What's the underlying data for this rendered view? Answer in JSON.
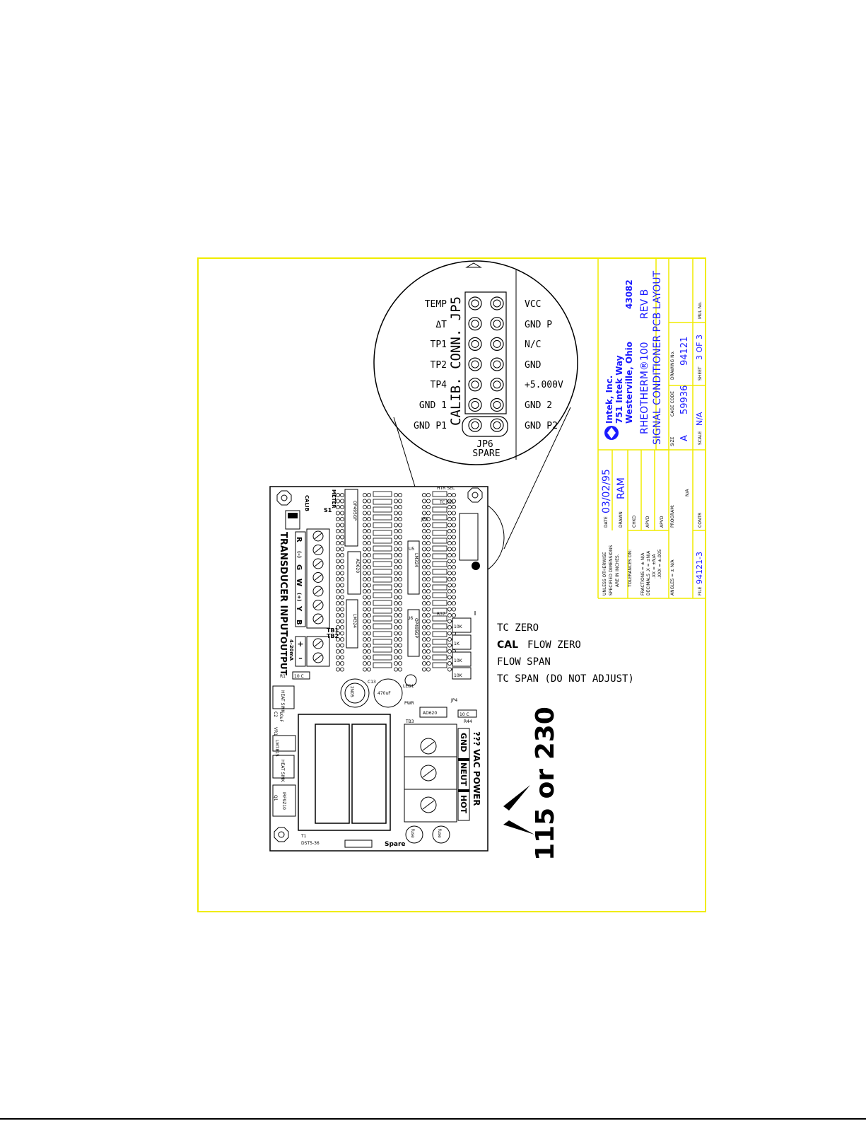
{
  "jp5": {
    "title": "CALIB. CONN. JP5",
    "left_pins": [
      "TEMP",
      "ΔT",
      "TP1",
      "TP2",
      "TP4",
      "GND 1",
      "GND P1"
    ],
    "right_pins": [
      "VCC",
      "GND P",
      "N/C",
      "GND",
      "+5.000V",
      "GND 2",
      "GND P2"
    ],
    "jp6": "JP6",
    "spare": "SPARE"
  },
  "adjust_labels": {
    "tc_zero": "TC ZERO",
    "cal": "CAL",
    "flow_zero": "FLOW ZERO",
    "flow_span": "FLOW SPAN",
    "tc_span": "TC SPAN (DO NOT ADJUST)"
  },
  "power": {
    "voltage": "115 or 230",
    "label": "??? VAC POWER",
    "hot": "HOT",
    "neut": "NEUT",
    "gnd": "GND"
  },
  "board": {
    "transducer_input": "TRANSDUCER INPUT",
    "terminals": [
      "R",
      "(–)",
      "G",
      "W",
      "(+)",
      "Y",
      "B"
    ],
    "output": "OUTPUT",
    "output_range": "4-20mA",
    "output_signs": [
      "+",
      "–"
    ],
    "calib": "CALIB",
    "meter": "METER",
    "s1": "S1",
    "tb1": "TB1",
    "tb2": "TB2",
    "tb3": "TB3",
    "r1": "R1",
    "r37": "R37",
    "r44": "R44",
    "c13": "C13",
    "c13_value": "470uF",
    "c2": "C2",
    "c2_value": "10uF",
    "u5": "U5",
    "u6": "U6",
    "ic_op495": "OP495GP",
    "ic_ad620": "AD620",
    "ic_lm324": "LM324",
    "heat_sink": "HEAT SINK",
    "lm7815": "LM7815",
    "irf9z10": "IRF9Z10",
    "q1": "Q1",
    "vr1": "VR1",
    "t1": "T1",
    "t1_part": "DST5-36",
    "bridge": "2N05",
    "fuse": "fuse",
    "spare": "Spare",
    "pots": [
      "10K",
      "1K",
      "10K",
      "10K"
    ],
    "jp3": "JP3",
    "jp4": "JP4",
    "led1": "LED1",
    "pwr": "PWR",
    "ten_c": "10 C",
    "tc_sel": "TC SEL",
    "htr_sel": "HTR SEL"
  },
  "title_block": {
    "company": "Intek, Inc.",
    "street": "751 Intek Way",
    "city": "Westerville, Ohio",
    "zip": "43082",
    "product": "RHEOTHERM®100",
    "rev": "REV B",
    "description": "SIGNAL CONDITIONER PCB LAYOUT",
    "size_label": "SIZE",
    "size": "A",
    "cage_label": "CAGE CODE",
    "cage": "59936",
    "drawing_label": "DRAWING No.",
    "drawing": "94121",
    "scale_label": "SCALE",
    "scale": "N/A",
    "sheet_label": "SHEET",
    "sheet": "3 OF 3",
    "mul_label": "MUL No.",
    "date_label": "DATE",
    "date": "03/02/95",
    "drawn_label": "DRAWN",
    "drawn": "RAM",
    "chkd_label": "CHKD",
    "apvd_label": "APVD",
    "program_label": "PROGRAM:",
    "program": "N/A",
    "contr_label": "CONTR",
    "tolerances": [
      "UNLESS OTHERWISE",
      "SPECIFIED DIMENSIONS",
      "ARE IN INCHES.",
      "TOLERANCES ON:",
      "FRACTIONS = ± N/A",
      "DECIMALS .X = ±N/A",
      ".XX = ±N/A",
      ".XXX = ±.005",
      "ANGLES = ± N/A"
    ],
    "file_label": "FILE",
    "file": "94121-3"
  }
}
